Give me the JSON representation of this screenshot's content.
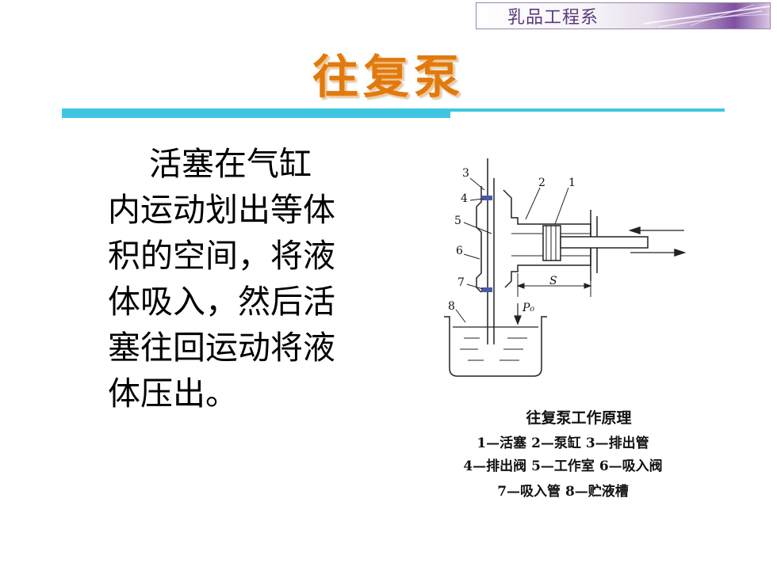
{
  "header": {
    "department": "乳品工程系"
  },
  "title": "往复泵",
  "body_text": {
    "line1": "活塞在气缸",
    "line2": "内运动划出等体",
    "line3": "积的空间，将液",
    "line4": "体吸入，然后活",
    "line5": "塞往回运动将液",
    "line6": "体压出。"
  },
  "diagram": {
    "labels": {
      "n1": "1",
      "n2": "2",
      "n3": "3",
      "n4": "4",
      "n5": "5",
      "n6": "6",
      "n7": "7",
      "n8": "8",
      "stroke": "S",
      "pressure": "P₀"
    },
    "caption_title": "往复泵工作原理",
    "caption_line1": "1—活塞   2—泵缸   3—排出管",
    "caption_line2": "4—排出阀  5—工作室  6—吸入阀",
    "caption_line3": "7—吸入管   8—贮液槽"
  },
  "colors": {
    "title": "#e07a10",
    "rule": "#3ec6e0",
    "valve": "#4a5aa8",
    "header_accent": "#7f4fa0"
  }
}
